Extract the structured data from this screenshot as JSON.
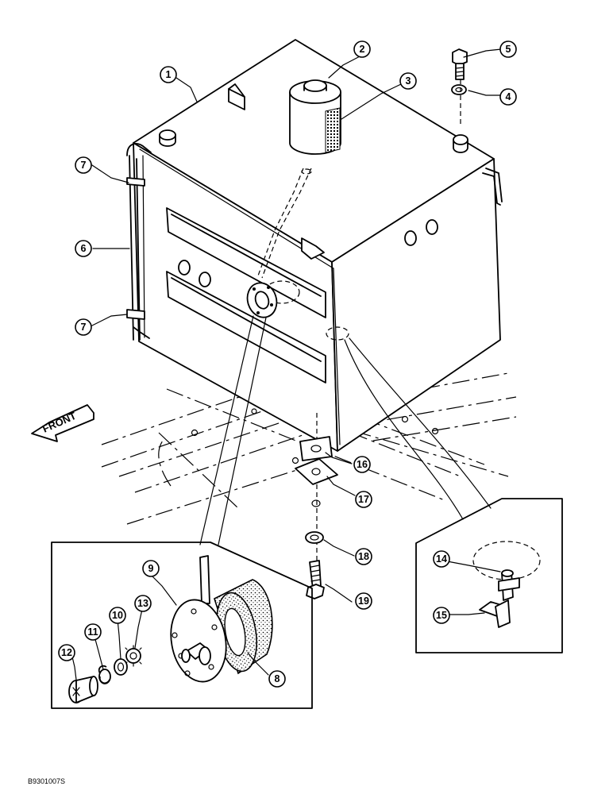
{
  "drawing": {
    "front_label": "FRONT",
    "code": "B9301007S"
  },
  "callouts": [
    "1",
    "2",
    "3",
    "4",
    "5",
    "6",
    "7",
    "7",
    "8",
    "9",
    "10",
    "11",
    "12",
    "13",
    "14",
    "15",
    "16",
    "17",
    "18",
    "19"
  ]
}
